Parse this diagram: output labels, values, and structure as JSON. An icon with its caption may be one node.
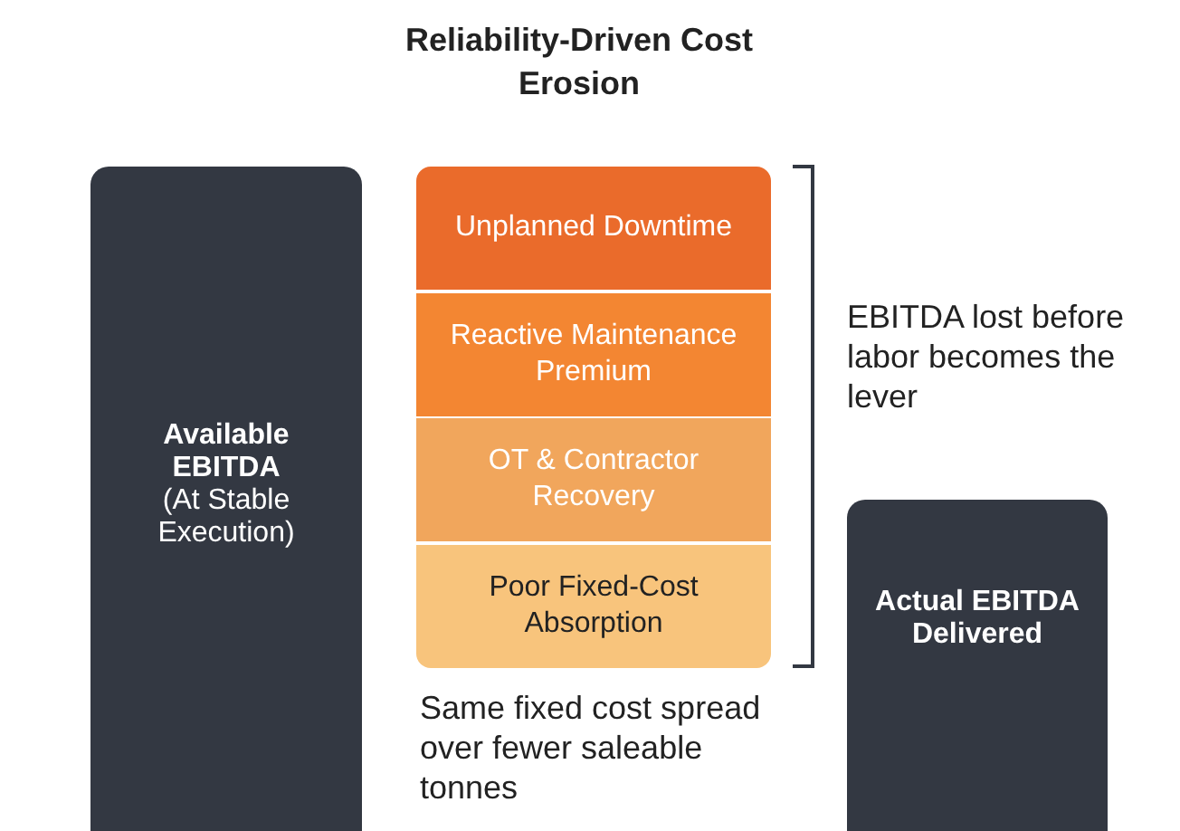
{
  "diagram": {
    "title": "Reliability-Driven Cost Erosion",
    "nodes": [
      {
        "text": [
          "Available EBITDA",
          "(At Stable Execution)"
        ]
      },
      {
        "text": [
          "Unplanned Downtime"
        ]
      },
      {
        "text": [
          "Reactive Maintenance Premium"
        ]
      },
      {
        "text": [
          "OT & Contractor Recovery"
        ]
      },
      {
        "text": [
          "Poor Fixed-Cost Absorption"
        ],
        "beside": [
          "Same fixed cost spread over fewer saleable tonnes"
        ]
      },
      {
        "text": [
          "Actual EBITDA Delivered"
        ]
      }
    ],
    "edges": [],
    "labels": [
      "EBITDA lost before labor becomes the lever"
    ]
  }
}
